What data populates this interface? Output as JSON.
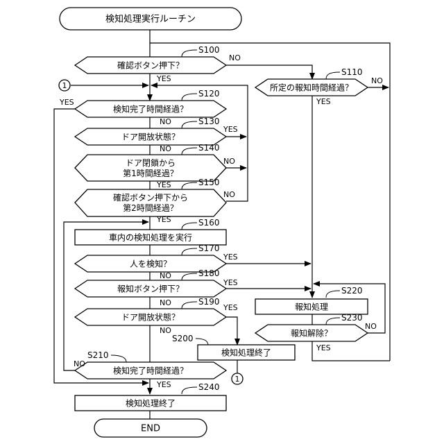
{
  "terminals": {
    "start": "検知処理実行ルーチン",
    "end": "END"
  },
  "steps": {
    "s100": {
      "id": "S100",
      "text": [
        "確認ボタン押下？"
      ]
    },
    "s110": {
      "id": "S110",
      "text": [
        "所定の報知時間経過？"
      ]
    },
    "s120": {
      "id": "S120",
      "text": [
        "検知完了時間経過？"
      ]
    },
    "s130": {
      "id": "S130",
      "text": [
        "ドア開放状態？"
      ]
    },
    "s140": {
      "id": "S140",
      "text": [
        "ドア閉鎖から",
        "第1時間経過？"
      ]
    },
    "s150": {
      "id": "S150",
      "text": [
        "確認ボタン押下から",
        "第2時間経過？"
      ]
    },
    "s160": {
      "id": "S160",
      "text": [
        "車内の検知処理を実行"
      ]
    },
    "s170": {
      "id": "S170",
      "text": [
        "人を検知？"
      ]
    },
    "s180": {
      "id": "S180",
      "text": [
        "報知ボタン押下？"
      ]
    },
    "s190": {
      "id": "S190",
      "text": [
        "ドア開放状態？"
      ]
    },
    "s200": {
      "id": "S200",
      "text": [
        "検知処理終了"
      ]
    },
    "s210": {
      "id": "S210",
      "text": [
        "検知完了時間経過？"
      ]
    },
    "s220": {
      "id": "S220",
      "text": [
        "報知処理"
      ]
    },
    "s230": {
      "id": "S230",
      "text": [
        "報知解除？"
      ]
    },
    "s240": {
      "id": "S240",
      "text": [
        "検知処理終了"
      ]
    }
  },
  "branch_labels": {
    "yes": "YES",
    "no": "NO"
  },
  "connector": "1"
}
